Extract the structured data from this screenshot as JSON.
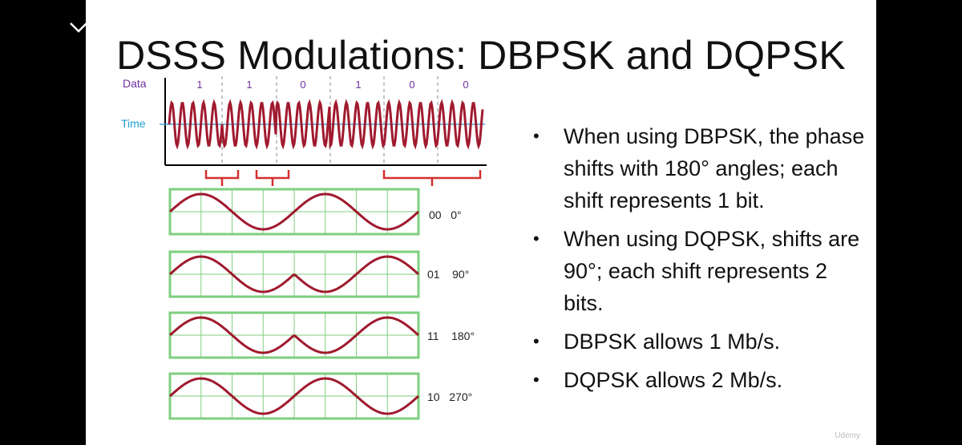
{
  "slide": {
    "title": "DSSS Modulations: DBPSK and DQPSK",
    "watermark": "Udemy"
  },
  "diagram": {
    "data_label": "Data",
    "time_label": "Time",
    "bits": [
      "1",
      "1",
      "0",
      "1",
      "0",
      "0"
    ],
    "rows": [
      {
        "code": "00",
        "angle": "0°"
      },
      {
        "code": "01",
        "angle": "90°"
      },
      {
        "code": "11",
        "angle": "180°"
      },
      {
        "code": "10",
        "angle": "270°"
      }
    ],
    "colors": {
      "wave": "#a01a2e",
      "grid": "#7fcf7f",
      "time_axis": "#4aa3d8",
      "bracket": "#d32f2f"
    }
  },
  "bullets": [
    "When using DBPSK, the phase shifts with 180° angles; each shift represents 1 bit.",
    "When using DQPSK, shifts are 90°; each shift represents 2 bits.",
    "DBPSK allows 1 Mb/s.",
    "DQPSK allows 2 Mb/s."
  ],
  "icons": {
    "collapse": "chevron-down-icon"
  }
}
